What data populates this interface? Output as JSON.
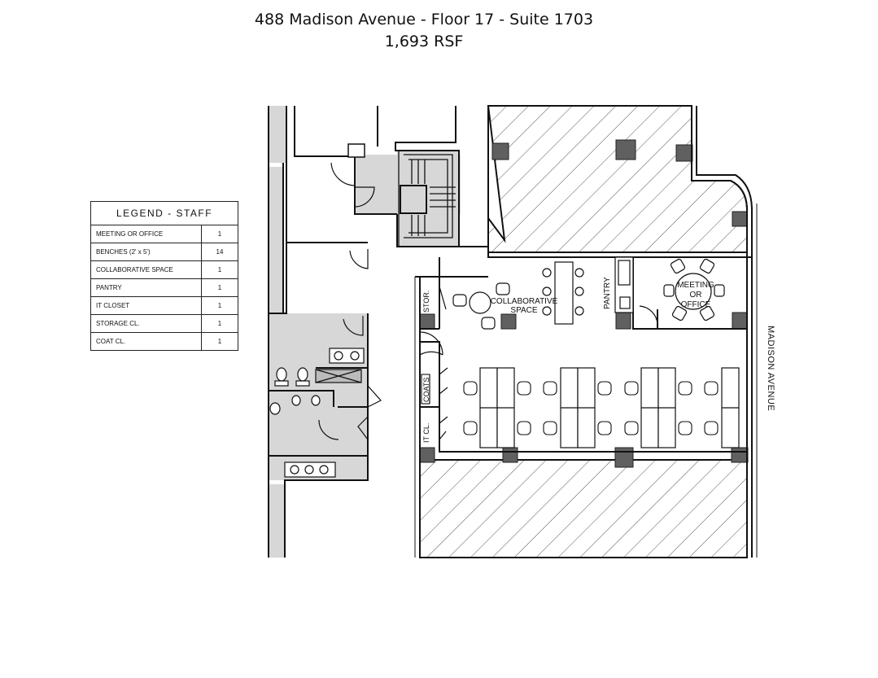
{
  "header": {
    "title": "488 Madison Avenue - Floor 17 - Suite 1703",
    "subtitle": "1,693 RSF"
  },
  "legend": {
    "heading": "LEGEND - STAFF",
    "rows": [
      {
        "label": "MEETING OR OFFICE",
        "count": "1"
      },
      {
        "label": "BENCHES  (2' x 5')",
        "count": "14"
      },
      {
        "label": "COLLABORATIVE SPACE",
        "count": "1"
      },
      {
        "label": "PANTRY",
        "count": "1"
      },
      {
        "label": "IT CLOSET",
        "count": "1"
      },
      {
        "label": "STORAGE CL.",
        "count": "1"
      },
      {
        "label": "COAT CL.",
        "count": "1"
      }
    ]
  },
  "plan": {
    "rooms": {
      "stor": "STOR.",
      "collab1": "COLLABORATIVE",
      "collab2": "SPACE",
      "pantry": "PANTRY",
      "meet1": "MEETING",
      "meet2": "OR",
      "meet3": "OFFICE",
      "coats": "COATS",
      "itcl": "IT CL."
    },
    "street": "MADISON AVENUE"
  }
}
